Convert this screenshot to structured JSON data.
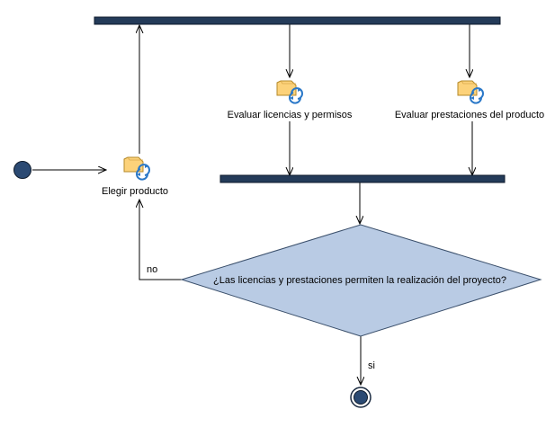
{
  "colors": {
    "bar": "#243b59",
    "bar_edge": "#0d1a2b",
    "node_fill": "#2b4a73",
    "decision_fill": "#b9cbe4",
    "decision_stroke": "#3a4f6b",
    "icon_fill": "#fcd27a",
    "icon_arrow": "#2a78c8",
    "edge": "#000000"
  },
  "nodes": {
    "start": {
      "kind": "initial-node"
    },
    "fork": {
      "kind": "fork-bar"
    },
    "join": {
      "kind": "join-bar"
    },
    "end": {
      "kind": "final-node"
    },
    "activity_evaluar_licencias": {
      "label": "Evaluar licencias y permisos",
      "icon": "activity-icon"
    },
    "activity_evaluar_prestaciones": {
      "label": "Evaluar prestaciones del producto",
      "icon": "activity-icon"
    },
    "activity_elegir": {
      "label": "Elegir producto",
      "icon": "activity-icon"
    },
    "decision": {
      "label": "¿Las licencias y prestaciones permiten la realización del proyecto?"
    }
  },
  "edges": [
    {
      "from": "start",
      "to": "activity_elegir"
    },
    {
      "from": "activity_elegir",
      "to": "fork"
    },
    {
      "from": "fork",
      "to": "activity_evaluar_licencias"
    },
    {
      "from": "fork",
      "to": "activity_evaluar_prestaciones"
    },
    {
      "from": "activity_evaluar_licencias",
      "to": "join"
    },
    {
      "from": "activity_evaluar_prestaciones",
      "to": "join"
    },
    {
      "from": "join",
      "to": "decision"
    },
    {
      "from": "decision",
      "to": "activity_elegir",
      "label": "no"
    },
    {
      "from": "decision",
      "to": "end",
      "label": "si"
    }
  ]
}
